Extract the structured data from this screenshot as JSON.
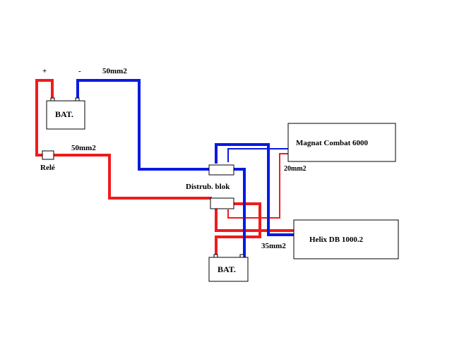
{
  "labels": {
    "plus": "+",
    "minus": "-",
    "cable_top": "50mm2",
    "battery_top": "BAT.",
    "relay": "Relé",
    "cable_relay": "50mm2",
    "distribution_block": "Distrub. blok",
    "amp1": "Magnat Combat 6000",
    "cable_amp1": "20mm2",
    "amp2": "Helix DB 1000.2",
    "cable_amp2": "35mm2",
    "battery_bottom": "BAT."
  },
  "colors": {
    "positive": "#ee1c1c",
    "negative": "#0a1ae0",
    "outline": "#000000",
    "background": "#ffffff"
  }
}
